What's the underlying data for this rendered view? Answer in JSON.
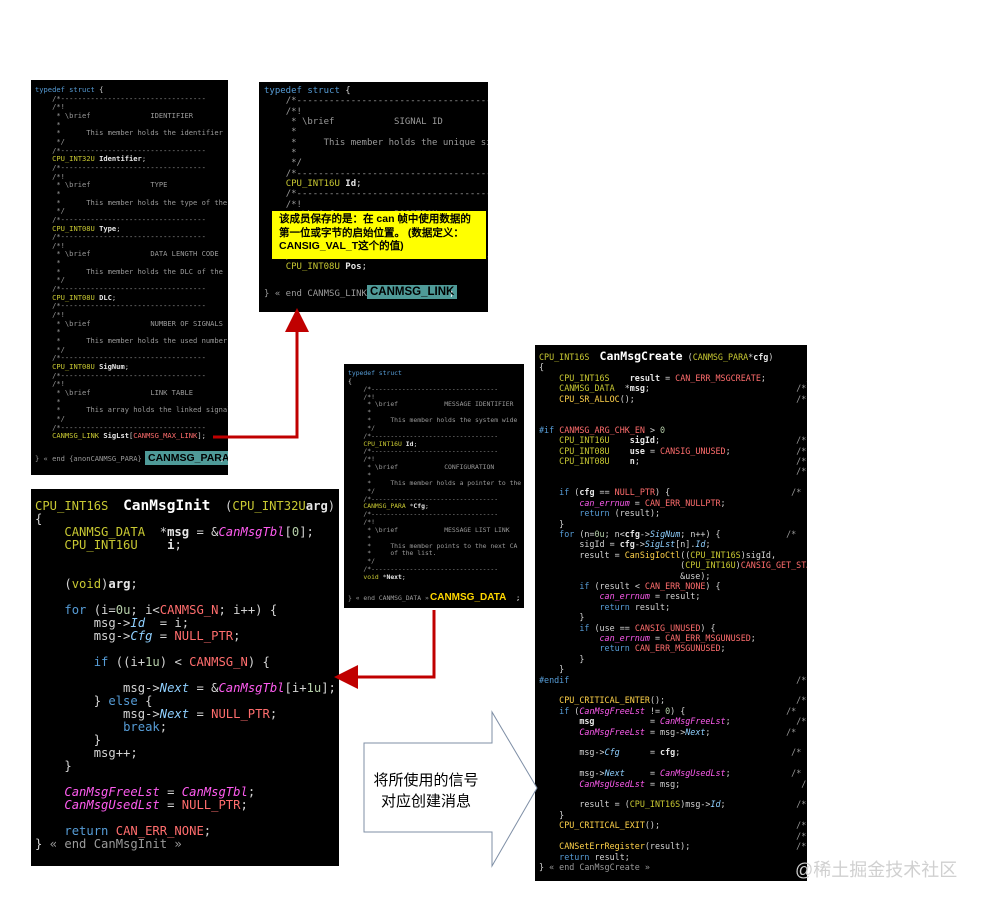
{
  "panels": {
    "anon_para": {
      "end_text": "} « end {anonCANMSG_PARA} »",
      "badge": "CANMSG_PARA",
      "tail": ";"
    },
    "msg_link": {
      "end_text": "} « end CANMSG_LINK »",
      "badge": "CANMSG_LINK",
      "tail": ";"
    },
    "msg_data": {
      "end_text": "} « end CANMSG_DATA »",
      "badge": "CANMSG_DATA",
      "tail": ";"
    }
  },
  "annotation": "该成员保存的是：在 can 帧中使用数据的第一位或字节的启始位置。 (数据定义：CANSIG_VAL_T这个的值)",
  "arrow_label": "将所使用的信号对应创建消息",
  "watermark": "@稀土掘金技术社区",
  "colors": {
    "arrow": "#c00000",
    "note_bg": "#ffff00",
    "badge_bg": "#4f9a98",
    "panel_bg": "#000000"
  },
  "icons": {
    "connector": "red-elbow-arrow",
    "callout": "white-right-arrow"
  }
}
